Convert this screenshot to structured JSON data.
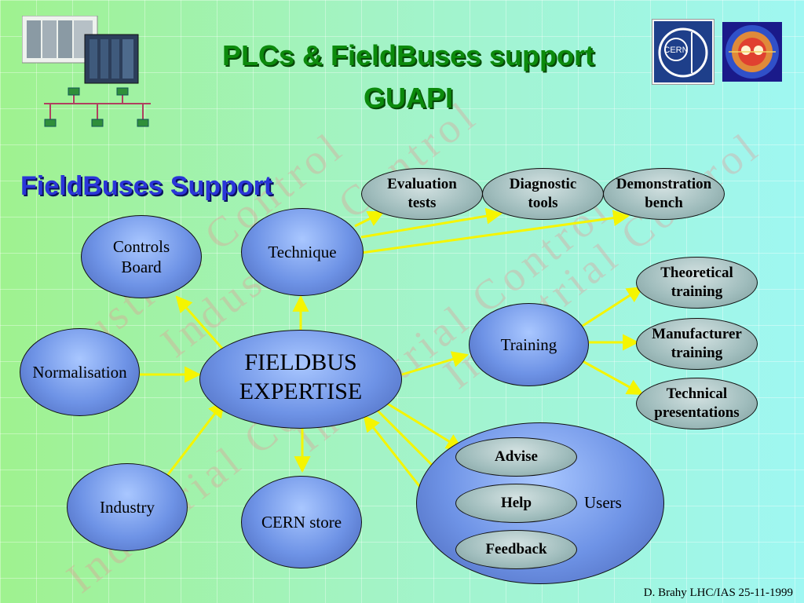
{
  "header": {
    "title_line1": "PLCs & FieldBuses support",
    "title_line2": "GUAPI",
    "subtitle": "FieldBuses Support"
  },
  "watermark": "Industrial Control",
  "logos": {
    "cern_text": "CERN"
  },
  "nodes": {
    "controls_board": "Controls Board",
    "technique": "Technique",
    "normalisation": "Normalisation",
    "fieldbus_expertise": "FIELDBUS EXPERTISE",
    "training": "Training",
    "industry": "Industry",
    "cern_store": "CERN store",
    "users": "Users",
    "evaluation_tests": "Evaluation tests",
    "diagnostic_tools": "Diagnostic tools",
    "demonstration_bench": "Demonstration bench",
    "theoretical_training": "Theoretical training",
    "manufacturer_training": "Manufacturer training",
    "technical_presentations": "Technical presentations",
    "advise": "Advise",
    "help": "Help",
    "feedback": "Feedback"
  },
  "footer": "D. Brahy  LHC/IAS 25-11-1999",
  "colors": {
    "arrow": "#f5f500",
    "title_green": "#0c8a0c",
    "subtitle_blue": "#2a35d8",
    "node_blue": "#6e93e6",
    "node_grey": "#9fbcbc"
  }
}
